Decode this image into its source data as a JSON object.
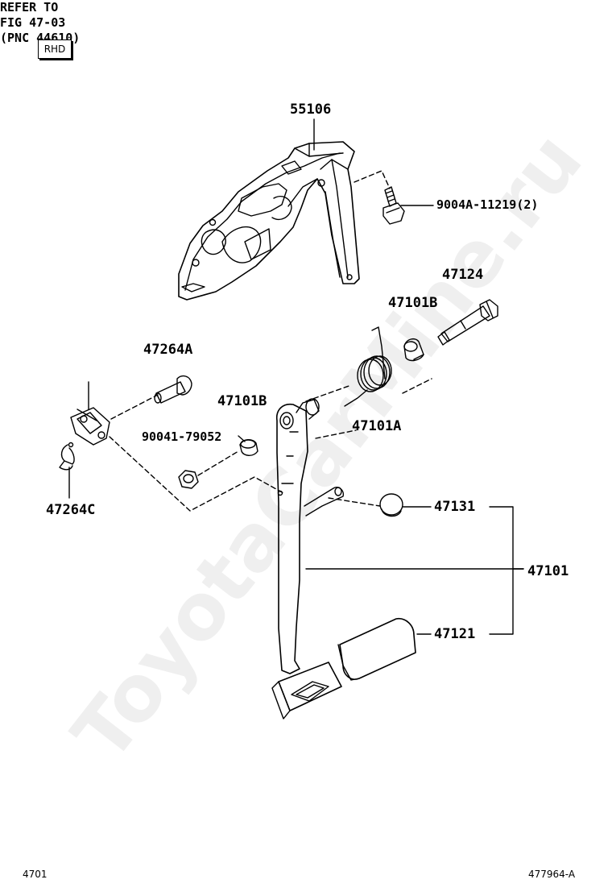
{
  "badge": "RHD",
  "parts": {
    "bracket": "55106",
    "bracket_bolt": "9004A-11219(2)",
    "pedal_bolt": "47124",
    "bushing_right": "47101B",
    "bushing_left": "47101B",
    "pin": "47264A",
    "spring": "47101A",
    "nut": "90041-79052",
    "clip": "47264C",
    "stopper_cushion": "47131",
    "pedal_assy": "47101",
    "pedal_pad": "47121"
  },
  "reference": {
    "line1": "REFER TO",
    "line2": "FIG 47-03",
    "line3": "(PNC 44610)"
  },
  "footer": {
    "left": "4701",
    "right": "477964-A"
  },
  "watermark": "ToyotaCarMine.ru"
}
